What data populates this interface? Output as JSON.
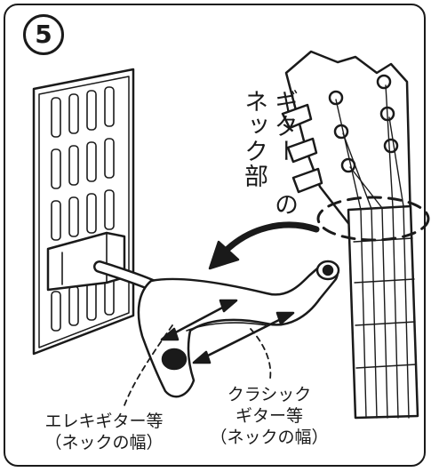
{
  "step_number": "5",
  "neck_label": {
    "line1": "ギター の",
    "line2": "ネック部"
  },
  "electric_label": {
    "line1": "エレキギター等",
    "line2": "（ネックの幅）"
  },
  "classic_label": {
    "line1": "クラシック",
    "line2": "ギター等",
    "line3": "（ネックの幅）"
  },
  "colors": {
    "stroke": "#1a1a1a",
    "fill": "#ffffff"
  }
}
